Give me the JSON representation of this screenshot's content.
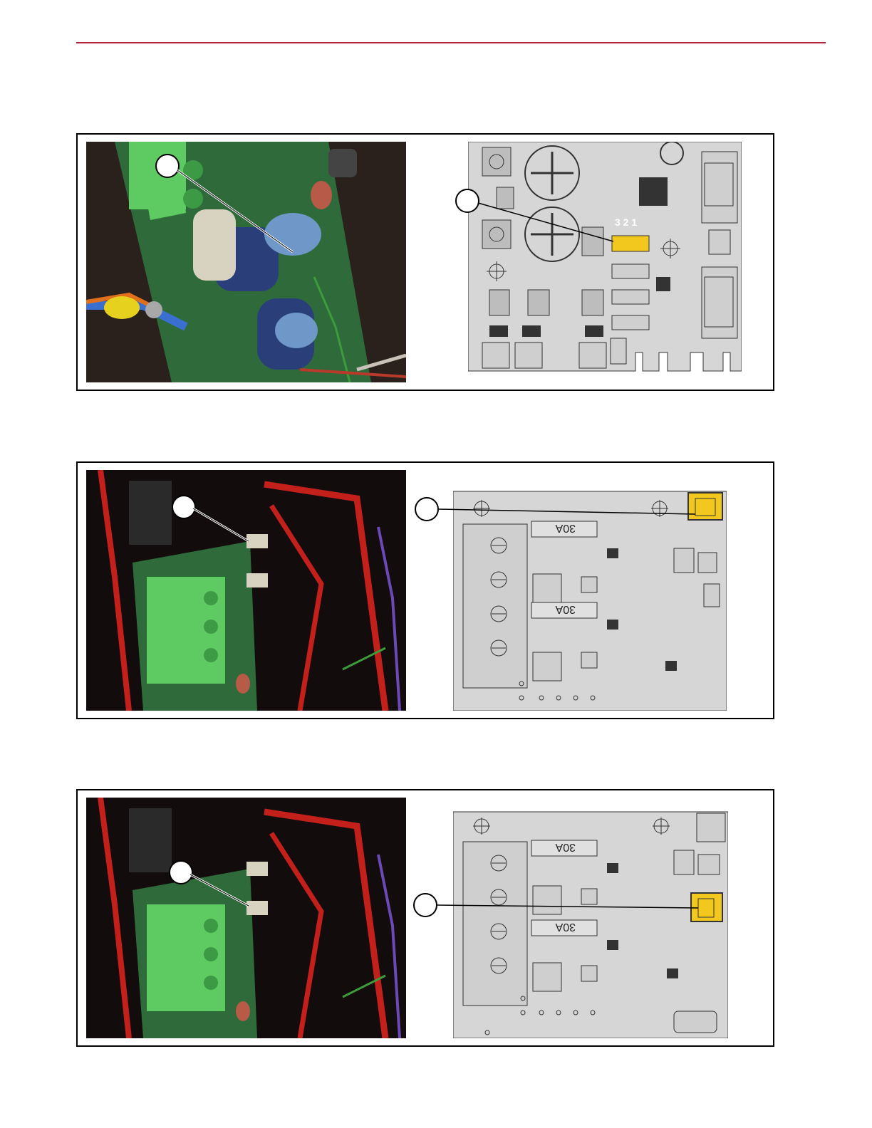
{
  "colors": {
    "header_rule": "#b5203a",
    "highlight_connector": "#f2c81e",
    "pcb_gray": "#d6d6d6",
    "pcb_green": "#2f6b3a",
    "terminal_green": "#5ecb62"
  },
  "figures": [
    {
      "photo": {
        "icon": "capacitor-board-photo"
      },
      "diagram": {
        "labels": [
          "3 2 1"
        ],
        "highlighted": "3-pin-connector"
      }
    },
    {
      "photo": {
        "icon": "terminal-board-photo"
      },
      "diagram": {
        "labels": [
          "30A",
          "30A"
        ],
        "highlighted": "3-pin-connector-top-right"
      }
    },
    {
      "photo": {
        "icon": "terminal-board-photo"
      },
      "diagram": {
        "labels": [
          "30A",
          "30A"
        ],
        "highlighted": "2-pin-connector-right"
      }
    }
  ]
}
